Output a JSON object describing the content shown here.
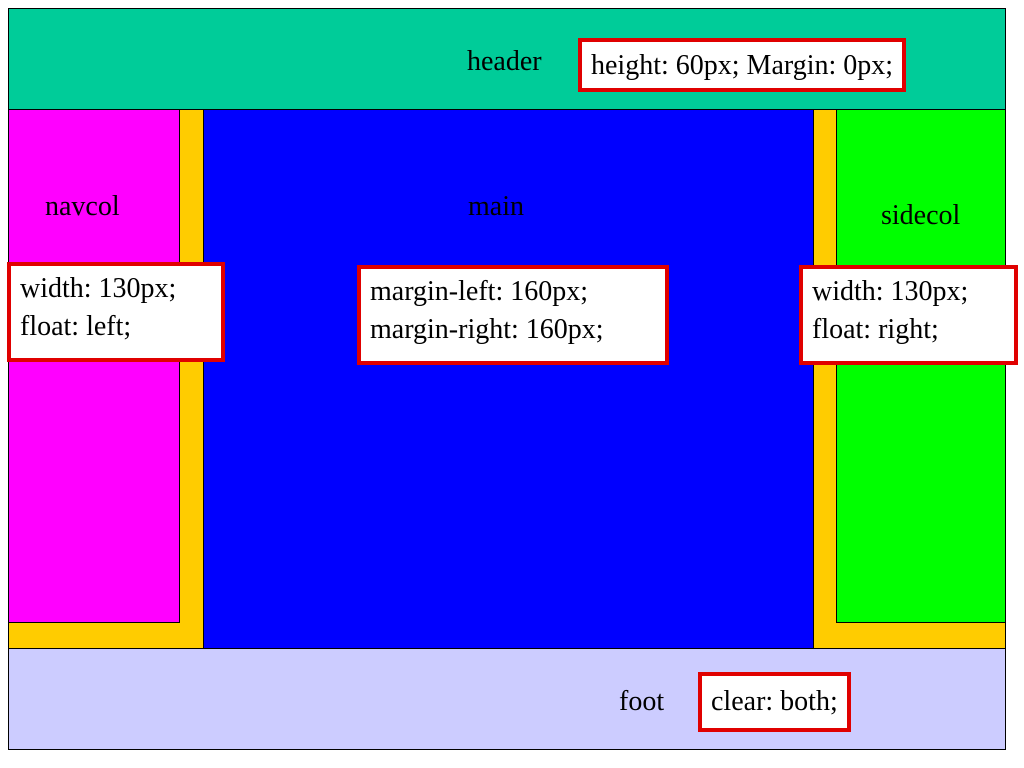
{
  "colors": {
    "header": "#00cc99",
    "navcol": "#ff00ff",
    "main": "#0000ff",
    "sidecol": "#00ff00",
    "foot": "#ccccff",
    "gap": "#ffcc00",
    "note_border": "#e00000"
  },
  "header": {
    "label": "header",
    "note": "height: 60px; Margin: 0px;"
  },
  "navcol": {
    "label": "navcol",
    "note_lines": [
      "width: 130px;",
      "float: left;"
    ]
  },
  "main": {
    "label": "main",
    "note_lines": [
      "margin-left: 160px;",
      "margin-right: 160px;"
    ]
  },
  "sidecol": {
    "label": "sidecol",
    "note_lines": [
      "width: 130px;",
      "float: right;"
    ]
  },
  "foot": {
    "label": "foot",
    "note": "clear: both;"
  }
}
